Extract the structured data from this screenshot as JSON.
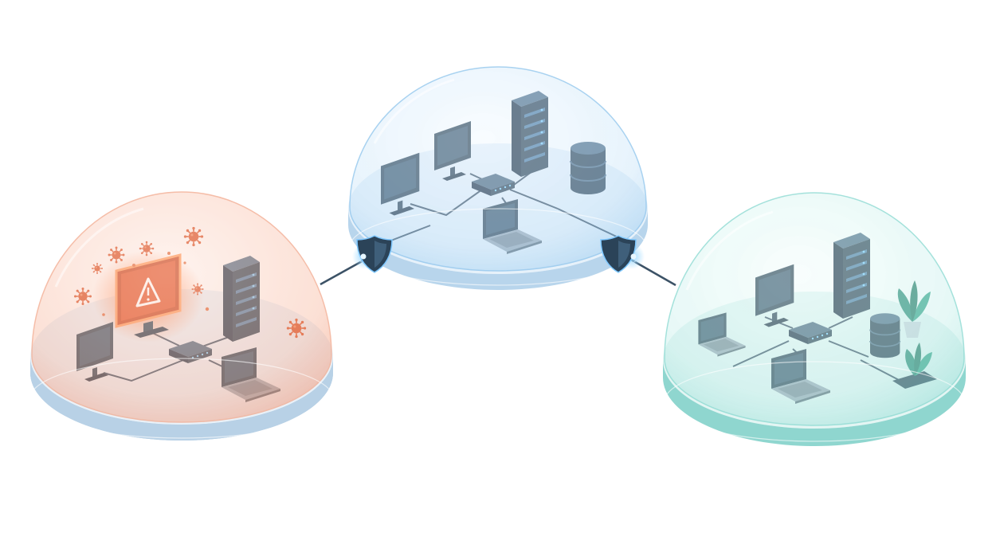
{
  "diagram": {
    "type": "network-segmentation-illustration",
    "colors": {
      "background": "#ffffff",
      "infected_dome": "#f6a58a",
      "infected_accent": "#e2552b",
      "virus": "#d9542a",
      "core_dome": "#9fcdf0",
      "secure_dome": "#9fe3dd",
      "base_blue": "#bcd6ec",
      "base_teal": "#8fd6cf",
      "device_dark": "#2f4658",
      "device_screen": "#3d5a70",
      "link_line": "#3c5266",
      "shield": "#2b4358",
      "shield_glow": "#7fc8ff",
      "plant": "#2f8f7a"
    },
    "zones": [
      {
        "id": "infected",
        "state": "compromised",
        "devices": [
          "monitor-alert",
          "monitor",
          "server-rack",
          "network-switch",
          "laptop"
        ],
        "icons": [
          "virus-icon",
          "warning-triangle-icon"
        ]
      },
      {
        "id": "core",
        "state": "protected",
        "devices": [
          "monitor",
          "monitor",
          "server-rack",
          "database",
          "network-switch",
          "laptop"
        ]
      },
      {
        "id": "secure",
        "state": "healthy",
        "devices": [
          "monitor",
          "laptop",
          "laptop",
          "server-rack",
          "database",
          "network-switch",
          "plant",
          "plant"
        ]
      }
    ],
    "gateways": [
      {
        "between": [
          "infected",
          "core"
        ],
        "icon": "shield-icon"
      },
      {
        "between": [
          "core",
          "secure"
        ],
        "icon": "shield-icon"
      }
    ]
  }
}
